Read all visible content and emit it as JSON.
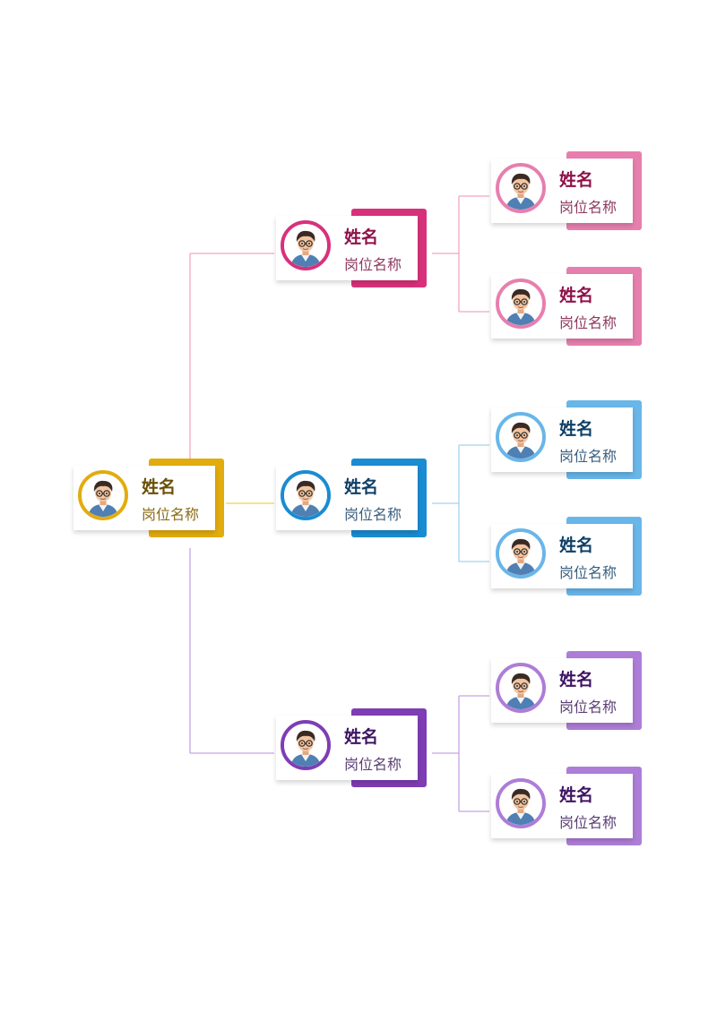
{
  "colors": {
    "gold": "#E2AC0F",
    "magenta": "#D8317B",
    "pink": "#E77FAE",
    "blue": "#1A8CD1",
    "lightblue": "#69B6E9",
    "purple": "#7E3DB4",
    "lavender": "#AE7DD7"
  },
  "nodes": {
    "root": {
      "name": "姓名",
      "title": "岗位名称"
    },
    "pink_manager": {
      "name": "姓名",
      "title": "岗位名称"
    },
    "pink_member_1": {
      "name": "姓名",
      "title": "岗位名称"
    },
    "pink_member_2": {
      "name": "姓名",
      "title": "岗位名称"
    },
    "blue_manager": {
      "name": "姓名",
      "title": "岗位名称"
    },
    "blue_member_1": {
      "name": "姓名",
      "title": "岗位名称"
    },
    "blue_member_2": {
      "name": "姓名",
      "title": "岗位名称"
    },
    "purple_manager": {
      "name": "姓名",
      "title": "岗位名称"
    },
    "purple_member_1": {
      "name": "姓名",
      "title": "岗位名称"
    },
    "purple_member_2": {
      "name": "姓名",
      "title": "岗位名称"
    }
  }
}
